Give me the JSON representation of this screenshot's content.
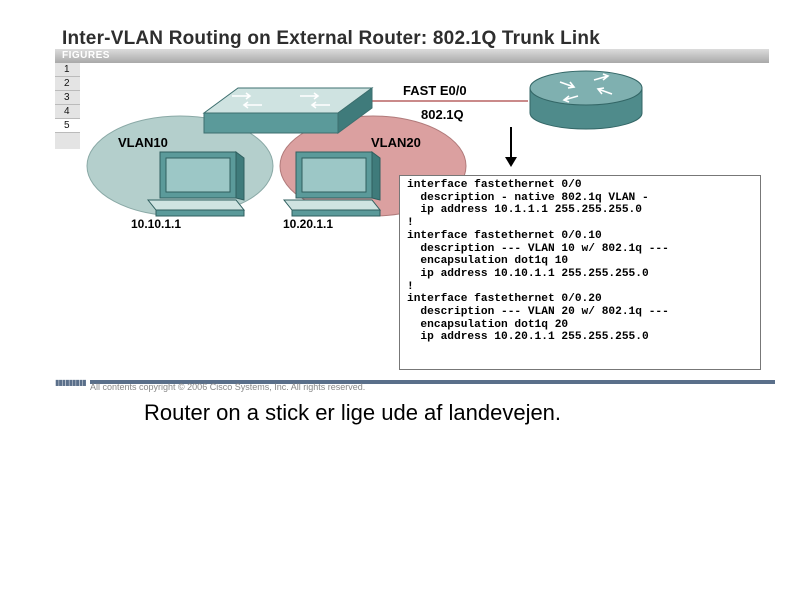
{
  "header": {
    "title": "Inter-VLAN Routing on External Router: 802.1Q Trunk Link",
    "figures_label": "FIGURES",
    "figure_tabs": [
      "1",
      "2",
      "3",
      "4",
      "5"
    ]
  },
  "diagram": {
    "link_label": "FAST E0/0",
    "trunk_label": "802.1Q",
    "vlans": [
      {
        "label": "VLAN10",
        "host_ip": "10.10.1.1",
        "color": "#b4cfcc"
      },
      {
        "label": "VLAN20",
        "host_ip": "10.20.1.1",
        "color": "#dba0a0"
      }
    ],
    "switch_color": "#5b9a9a",
    "router_color": "#5b9a9a",
    "config_lines": [
      "interface fastethernet 0/0",
      "  description - native 802.1q VLAN -",
      "  ip address 10.1.1.1 255.255.255.0",
      "!",
      "interface fastethernet 0/0.10",
      "  description --- VLAN 10 w/ 802.1q ---",
      "  encapsulation dot1q 10",
      "  ip address 10.10.1.1 255.255.255.0",
      "!",
      "interface fastethernet 0/0.20",
      "  description --- VLAN 20 w/ 802.1q ---",
      "  encapsulation dot1q 20",
      "  ip address 10.20.1.1 255.255.255.0"
    ]
  },
  "footer": {
    "copyright": "All contents copyright © 2006 Cisco Systems, Inc. All rights reserved."
  },
  "caption": "Router on a stick er lige ude af landevejen."
}
